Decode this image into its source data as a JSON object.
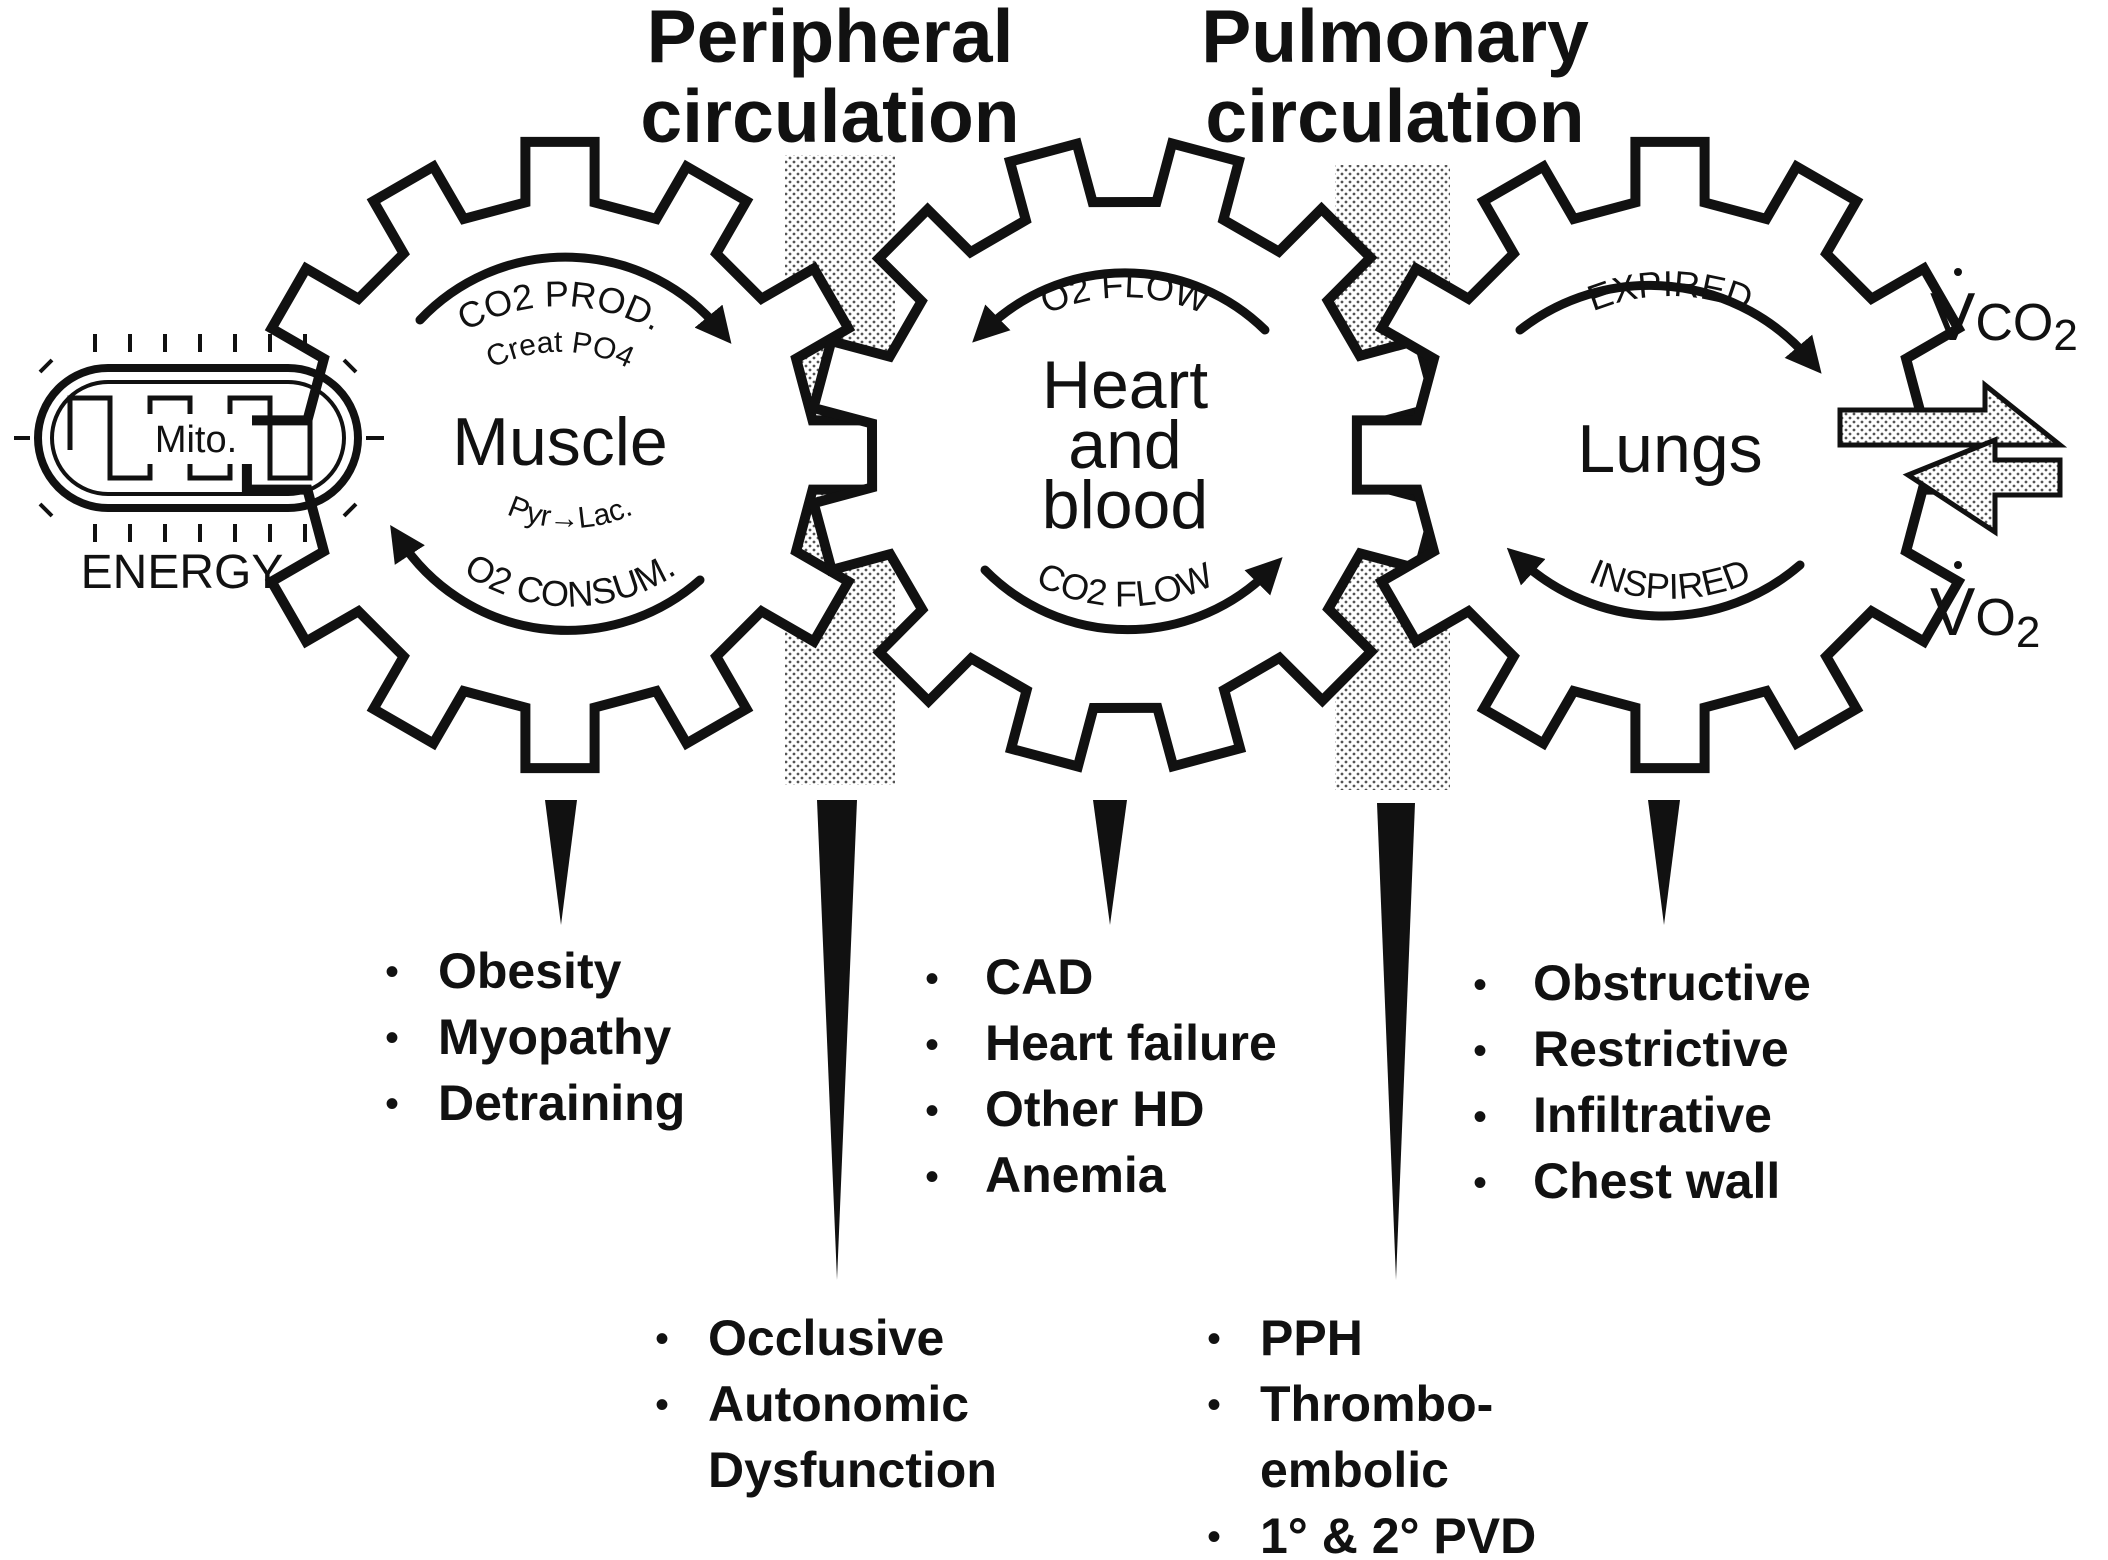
{
  "headings": {
    "peripheral": [
      "Peripheral",
      "circulation"
    ],
    "pulmonary": [
      "Pulmonary",
      "circulation"
    ]
  },
  "mitochondrion": {
    "label": "Mito.",
    "caption": "ENERGY"
  },
  "gears": {
    "muscle": {
      "name": "Muscle",
      "top_arc": "CO2 PROD.",
      "top_arc_sub": "Creat PO4",
      "bottom_arc_sub": "Pyr→Lac.",
      "bottom_arc": "O2 CONSUM."
    },
    "heart": {
      "name": [
        "Heart",
        "and",
        "blood"
      ],
      "top_arc": "O2 FLOW",
      "bottom_arc": "CO2 FLOW"
    },
    "lungs": {
      "name": "Lungs",
      "top_arc": "EXPIRED",
      "bottom_arc": "INSPIRED"
    }
  },
  "gas_exchange": {
    "vco2": {
      "symbol": "V",
      "sub": "CO",
      "subnum": "2"
    },
    "vo2": {
      "symbol": "V",
      "sub": "O",
      "subnum": "2"
    }
  },
  "disorders": {
    "muscle": [
      "Obesity",
      "Myopathy",
      "Detraining"
    ],
    "peripheral": [
      "Occlusive",
      "Autonomic",
      "Dysfunction"
    ],
    "heart": [
      "CAD",
      "Heart failure",
      "Other HD",
      "Anemia"
    ],
    "pulmonary": [
      "PPH",
      "Thrombo-",
      "embolic",
      "1° & 2° PVD"
    ],
    "lungs": [
      "Obstructive",
      "Restrictive",
      "Infiltrative",
      "Chest wall"
    ]
  },
  "bullet": "•",
  "colors": {
    "ink": "#111111",
    "stipple": "#c8c8c8",
    "background": "#ffffff"
  }
}
